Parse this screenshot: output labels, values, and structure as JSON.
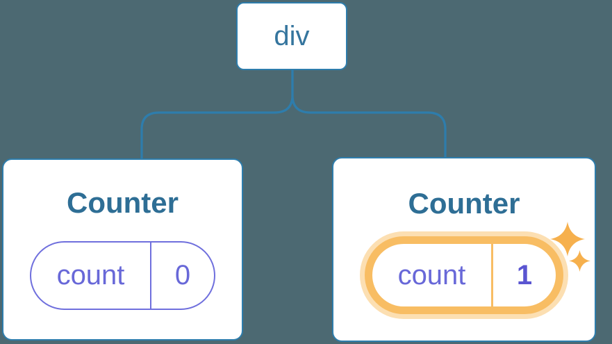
{
  "diagram": {
    "description": "React component tree diagram: a div root with two Counter children showing state pills",
    "root_node": {
      "label": "div"
    },
    "children": [
      {
        "title": "Counter",
        "state": {
          "key": "count",
          "value": "0"
        },
        "highlighted": false
      },
      {
        "title": "Counter",
        "state": {
          "key": "count",
          "value": "1"
        },
        "highlighted": true,
        "highlight_icons": [
          "sparkle-icon-large",
          "sparkle-icon-small"
        ]
      }
    ]
  },
  "colors": {
    "background": "#4c6972",
    "node_fill": "#ffffff",
    "node_border_blue": "#2e7dac",
    "connector_blue": "#2e7dac",
    "root_label_blue": "#35759e",
    "title_blue": "#2e6e95",
    "state_purple": "#6868d8",
    "state_purple_border": "#6f6fdd",
    "state_value_bold_purple": "#5a55d1",
    "highlight_orange": "#f8bd63",
    "highlight_glow": "#fcdfb2",
    "sparkle_orange": "#f6b04d"
  }
}
